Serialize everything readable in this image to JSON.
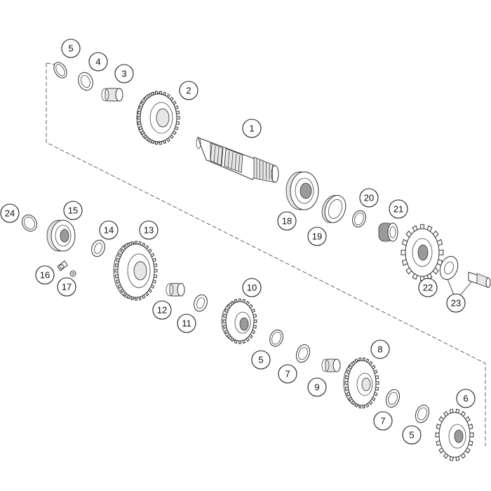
{
  "callouts": [
    {
      "id": "c5a",
      "label": "5"
    },
    {
      "id": "c4",
      "label": "4"
    },
    {
      "id": "c3",
      "label": "3"
    },
    {
      "id": "c2",
      "label": "2"
    },
    {
      "id": "c1",
      "label": "1"
    },
    {
      "id": "c18",
      "label": "18"
    },
    {
      "id": "c19",
      "label": "19"
    },
    {
      "id": "c20",
      "label": "20"
    },
    {
      "id": "c21",
      "label": "21"
    },
    {
      "id": "c22",
      "label": "22"
    },
    {
      "id": "c23",
      "label": "23"
    },
    {
      "id": "c24",
      "label": "24"
    },
    {
      "id": "c15",
      "label": "15"
    },
    {
      "id": "c14",
      "label": "14"
    },
    {
      "id": "c13",
      "label": "13"
    },
    {
      "id": "c16",
      "label": "16"
    },
    {
      "id": "c17",
      "label": "17"
    },
    {
      "id": "c12",
      "label": "12"
    },
    {
      "id": "c11",
      "label": "11"
    },
    {
      "id": "c10",
      "label": "10"
    },
    {
      "id": "c5b",
      "label": "5"
    },
    {
      "id": "c7a",
      "label": "7"
    },
    {
      "id": "c9",
      "label": "9"
    },
    {
      "id": "c8",
      "label": "8"
    },
    {
      "id": "c7b",
      "label": "7"
    },
    {
      "id": "c5c",
      "label": "5"
    },
    {
      "id": "c6",
      "label": "6"
    }
  ]
}
